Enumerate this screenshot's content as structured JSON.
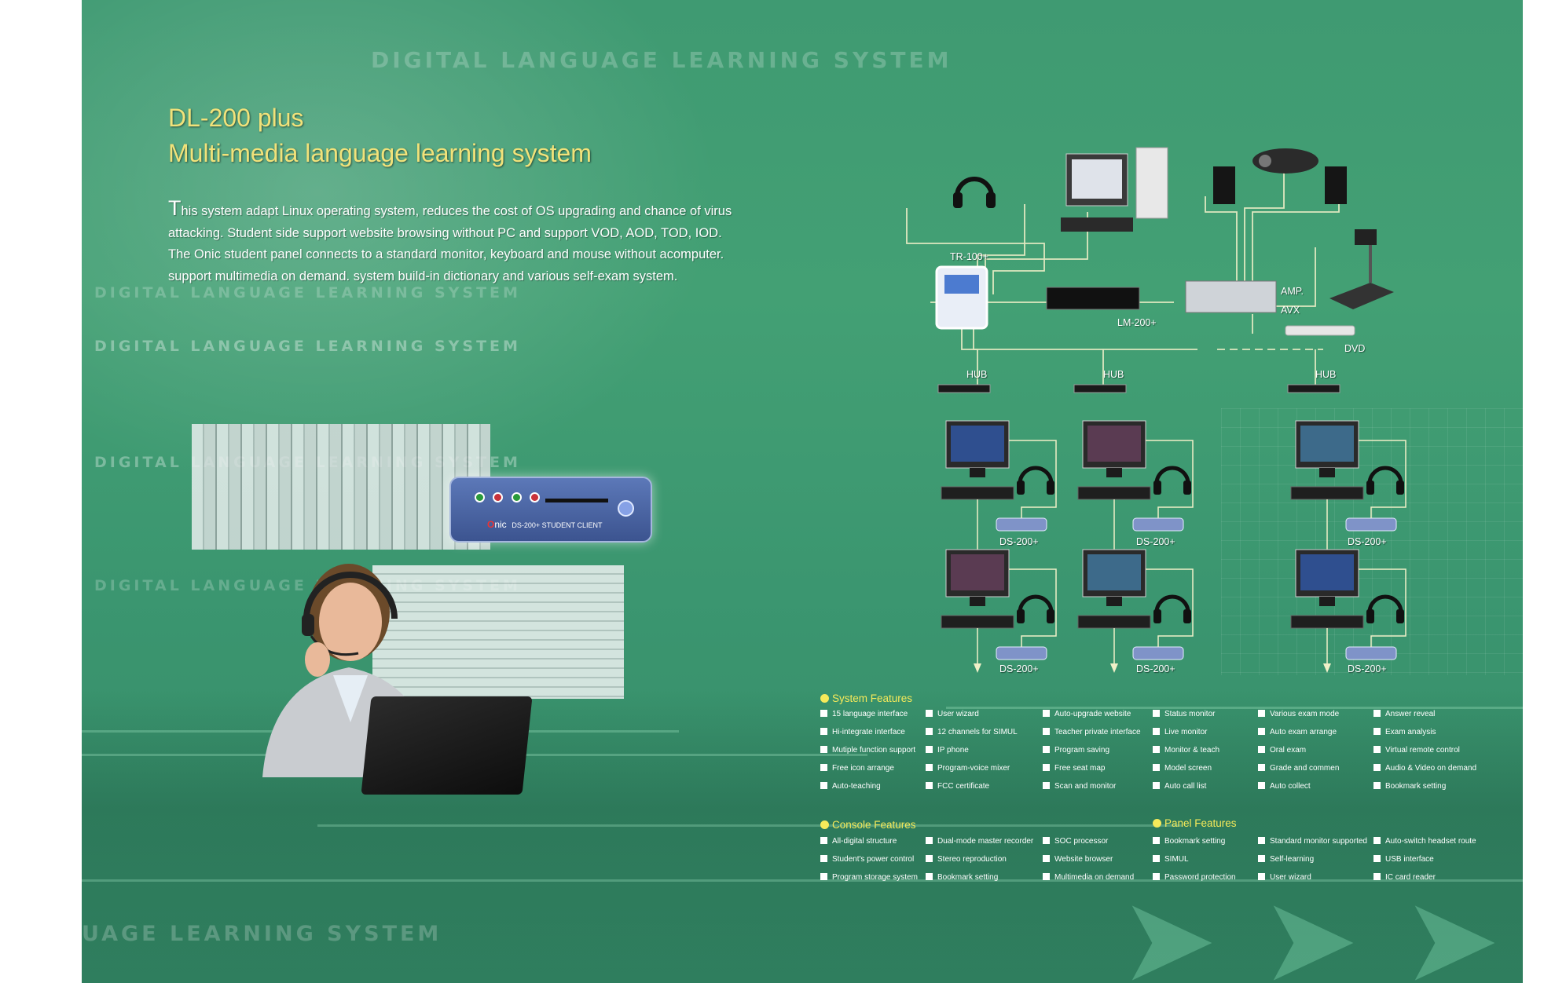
{
  "background_words": [
    "DIGITAL LANGUAGE LEARNING SYSTEM",
    "DIGITAL LANGUAGE LEARNING SYSTEM",
    "DIGITAL LANGUAGE LEARNING SYSTEM",
    "DIGITAL LANGUAGE LEARNING SYSTEM",
    "DIGITAL LANGUAGE LEARNING SYSTEM",
    "UAGE LEARNING SYSTEM"
  ],
  "title_line1": "DL-200 plus",
  "title_line2": "Multi-media  language learning system",
  "description_first_letter": "T",
  "description_rest": "his system adapt Linux operating system, reduces the cost of OS upgrading and chance of virus attacking. Student side support website browsing without PC and support VOD, AOD, TOD, IOD. The Onic student panel connects to a standard monitor, keyboard and mouse without acomputer. support multimedia on demand. system build-in dictionary and various self-exam system.",
  "device_brand": "nic",
  "device_brand_first": "O",
  "device_model": "DS-200+  STUDENT CLIENT",
  "diagram_labels": {
    "tr": "TR-100+",
    "lm": "LM-200+",
    "amp": "AMP.",
    "avx": "AVX",
    "dvd": "DVD",
    "hub": "HUB",
    "ds": "DS-200+"
  },
  "system_features": {
    "title": "System Features",
    "items": [
      "15 language interface",
      "User wizard",
      "Auto-upgrade website",
      "Status monitor",
      "Various exam mode",
      "Answer reveal",
      "Hi-integrate interface",
      "12 channels for SIMUL",
      "Teacher private interface",
      "Live monitor",
      "Auto exam arrange",
      "Exam analysis",
      "Mutiple function support",
      "IP phone",
      "Program saving",
      "Monitor & teach",
      "Oral exam",
      "Virtual remote control",
      "Free icon arrange",
      "Program-voice mixer",
      "Free seat map",
      "Model screen",
      "Grade and commen",
      "Audio & Video on demand",
      "Auto-teaching",
      "FCC certificate",
      "Scan and monitor",
      "Auto call list",
      "Auto collect",
      "Bookmark setting"
    ]
  },
  "console_features": {
    "title": "Console Features",
    "items": [
      "All-digital structure",
      "Dual-mode master recorder",
      "SOC processor",
      "Student's power control",
      "Stereo reproduction",
      "Website browser",
      "Program storage system",
      "Bookmark setting",
      "Multimedia on demand"
    ]
  },
  "panel_features": {
    "title": "Panel Features",
    "items": [
      "Bookmark setting",
      "Standard monitor supported",
      "Auto-switch headset route",
      "SIMUL",
      "Self-learning",
      "USB interface",
      "Password protection",
      "User wizard",
      "IC card reader"
    ]
  },
  "colors": {
    "title": "#f1e27a",
    "feature_heading": "#f6ea5a",
    "background": "#3f9a72"
  }
}
